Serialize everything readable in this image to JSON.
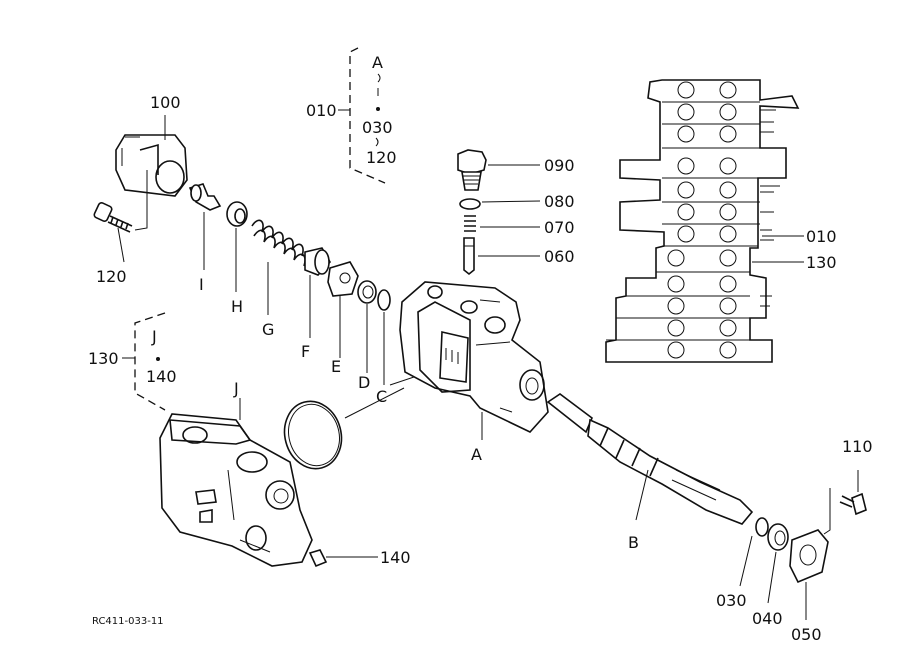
{
  "diagram": {
    "reference_code": "RC411-033-11",
    "callouts": {
      "p010": "010",
      "p030": "030",
      "p040": "040",
      "p050": "050",
      "p060": "060",
      "p070": "070",
      "p080": "080",
      "p090": "090",
      "p100": "100",
      "p110": "110",
      "p120": "120",
      "p130": "130",
      "p140": "140",
      "pA": "A",
      "pB": "B",
      "pC": "C",
      "pD": "D",
      "pE": "E",
      "pF": "F",
      "pG": "G",
      "pH": "H",
      "pI": "I",
      "pJ": "J"
    },
    "group_010": {
      "label": "010",
      "range_start": "A",
      "range_mid": "030",
      "range_end": "120"
    },
    "group_130": {
      "label": "130",
      "range_start": "J",
      "range_end": "140"
    },
    "assembly_view": {
      "label_010": "010",
      "label_130": "130"
    }
  }
}
